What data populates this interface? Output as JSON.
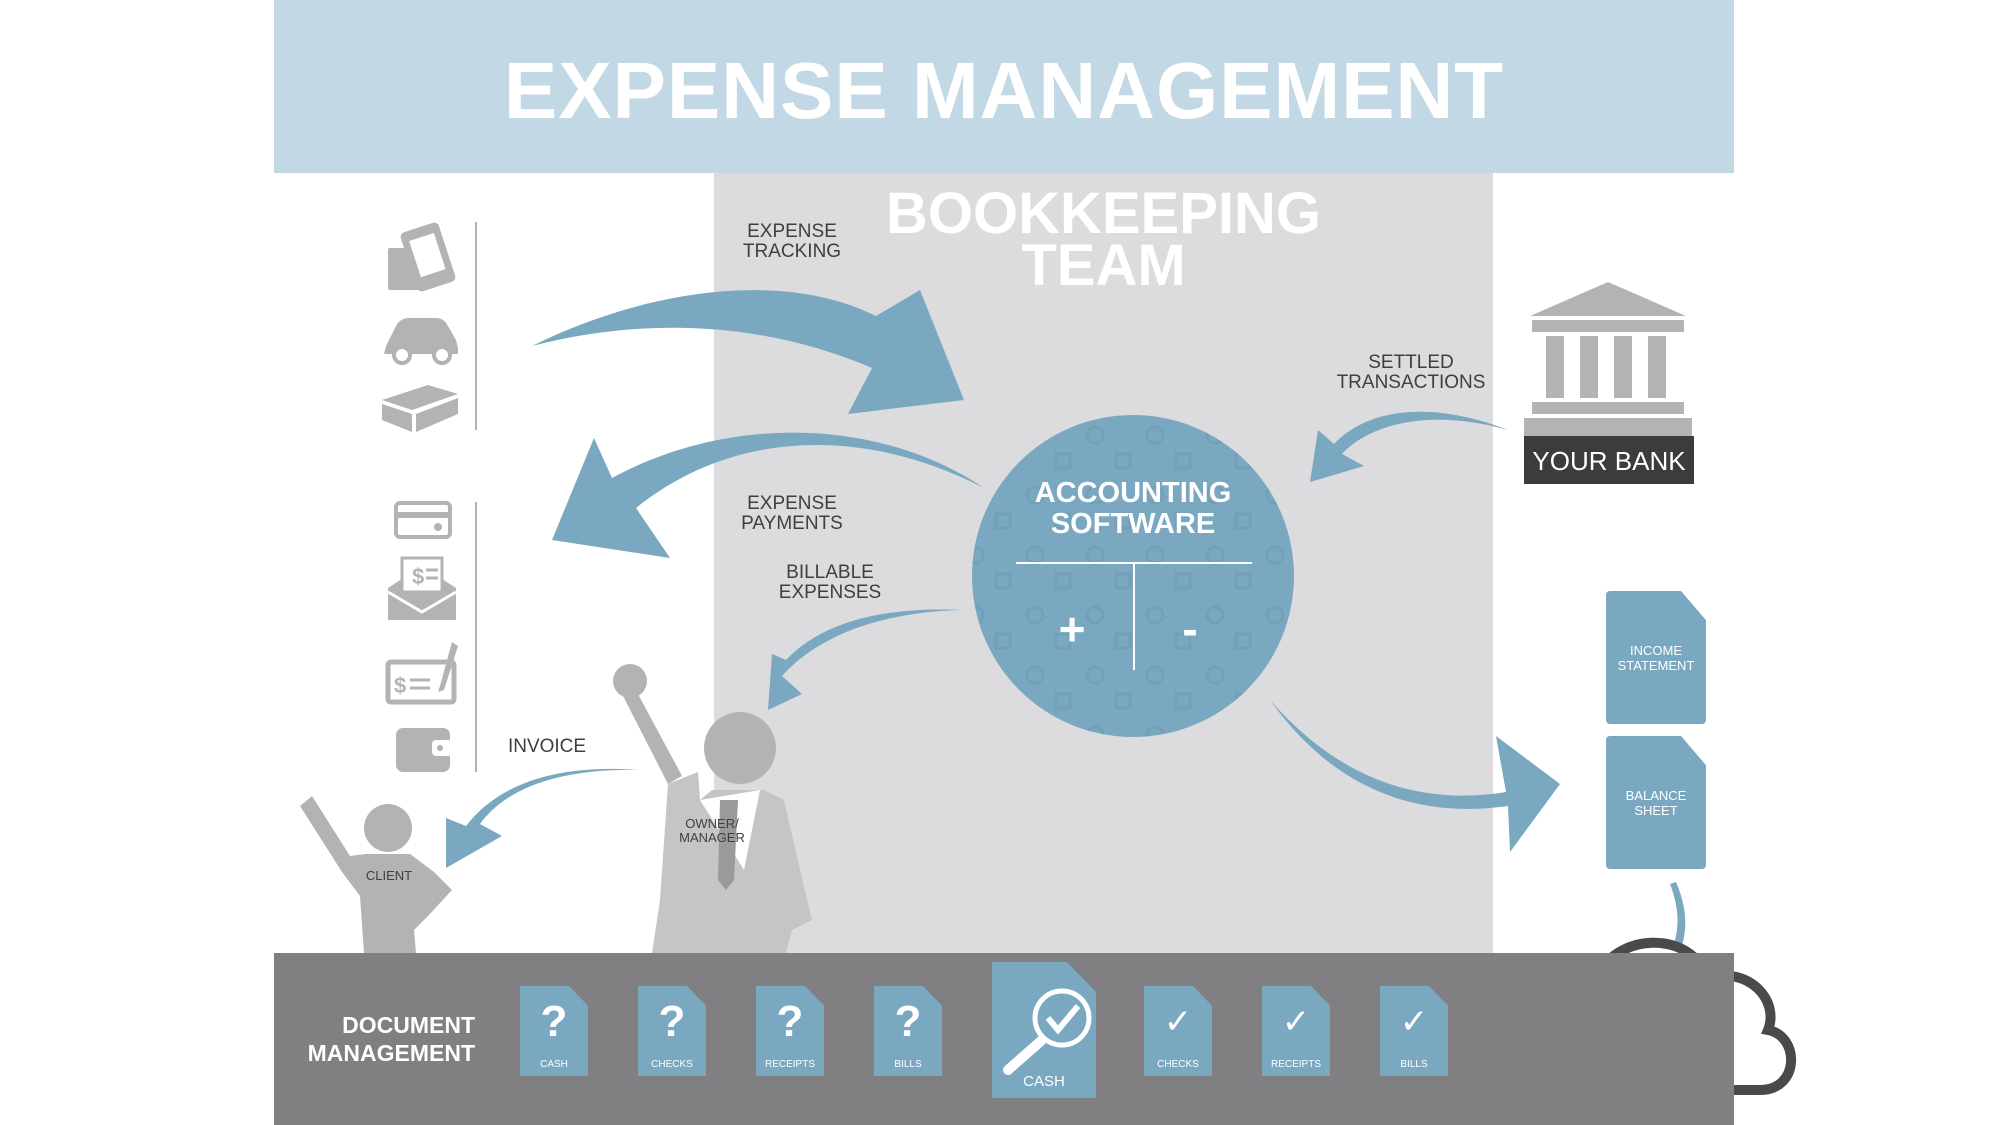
{
  "title": "EXPENSE MANAGEMENT",
  "bookkeeping_team": "BOOKKEEPING\nTEAM",
  "accounting_software": {
    "title": "ACCOUNTING\nSOFTWARE",
    "plus": "+",
    "minus": "-"
  },
  "flows": {
    "expense_tracking": "EXPENSE\nTRACKING",
    "expense_payments": "EXPENSE\nPAYMENTS",
    "billable_expenses": "BILLABLE\nEXPENSES",
    "settled_transactions": "SETTLED\nTRANSACTIONS",
    "invoice": "INVOICE"
  },
  "bank": {
    "label": "YOUR BANK"
  },
  "people": {
    "client": "CLIENT",
    "owner_manager": "OWNER/\nMANAGER"
  },
  "reports": [
    "INCOME\nSTATEMENT",
    "BALANCE\nSHEET"
  ],
  "document_management": {
    "title": "DOCUMENT\nMANAGEMENT",
    "pending": [
      {
        "symbol": "?",
        "label": "CASH"
      },
      {
        "symbol": "?",
        "label": "CHECKS"
      },
      {
        "symbol": "?",
        "label": "RECEIPTS"
      },
      {
        "symbol": "?",
        "label": "BILLS"
      }
    ],
    "review": {
      "label": "CASH"
    },
    "processed": [
      {
        "symbol": "✓",
        "label": "CHECKS"
      },
      {
        "symbol": "✓",
        "label": "RECEIPTS"
      },
      {
        "symbol": "✓",
        "label": "BILLS"
      }
    ]
  },
  "colors": {
    "header_bg": "#c2d9e5",
    "accent_blue": "#7aa8c1",
    "panel_gray": "#dcdcde",
    "icon_gray": "#b3b3b5",
    "doc_bar": "#808083",
    "bank_label_bg": "#3c3c3e"
  }
}
